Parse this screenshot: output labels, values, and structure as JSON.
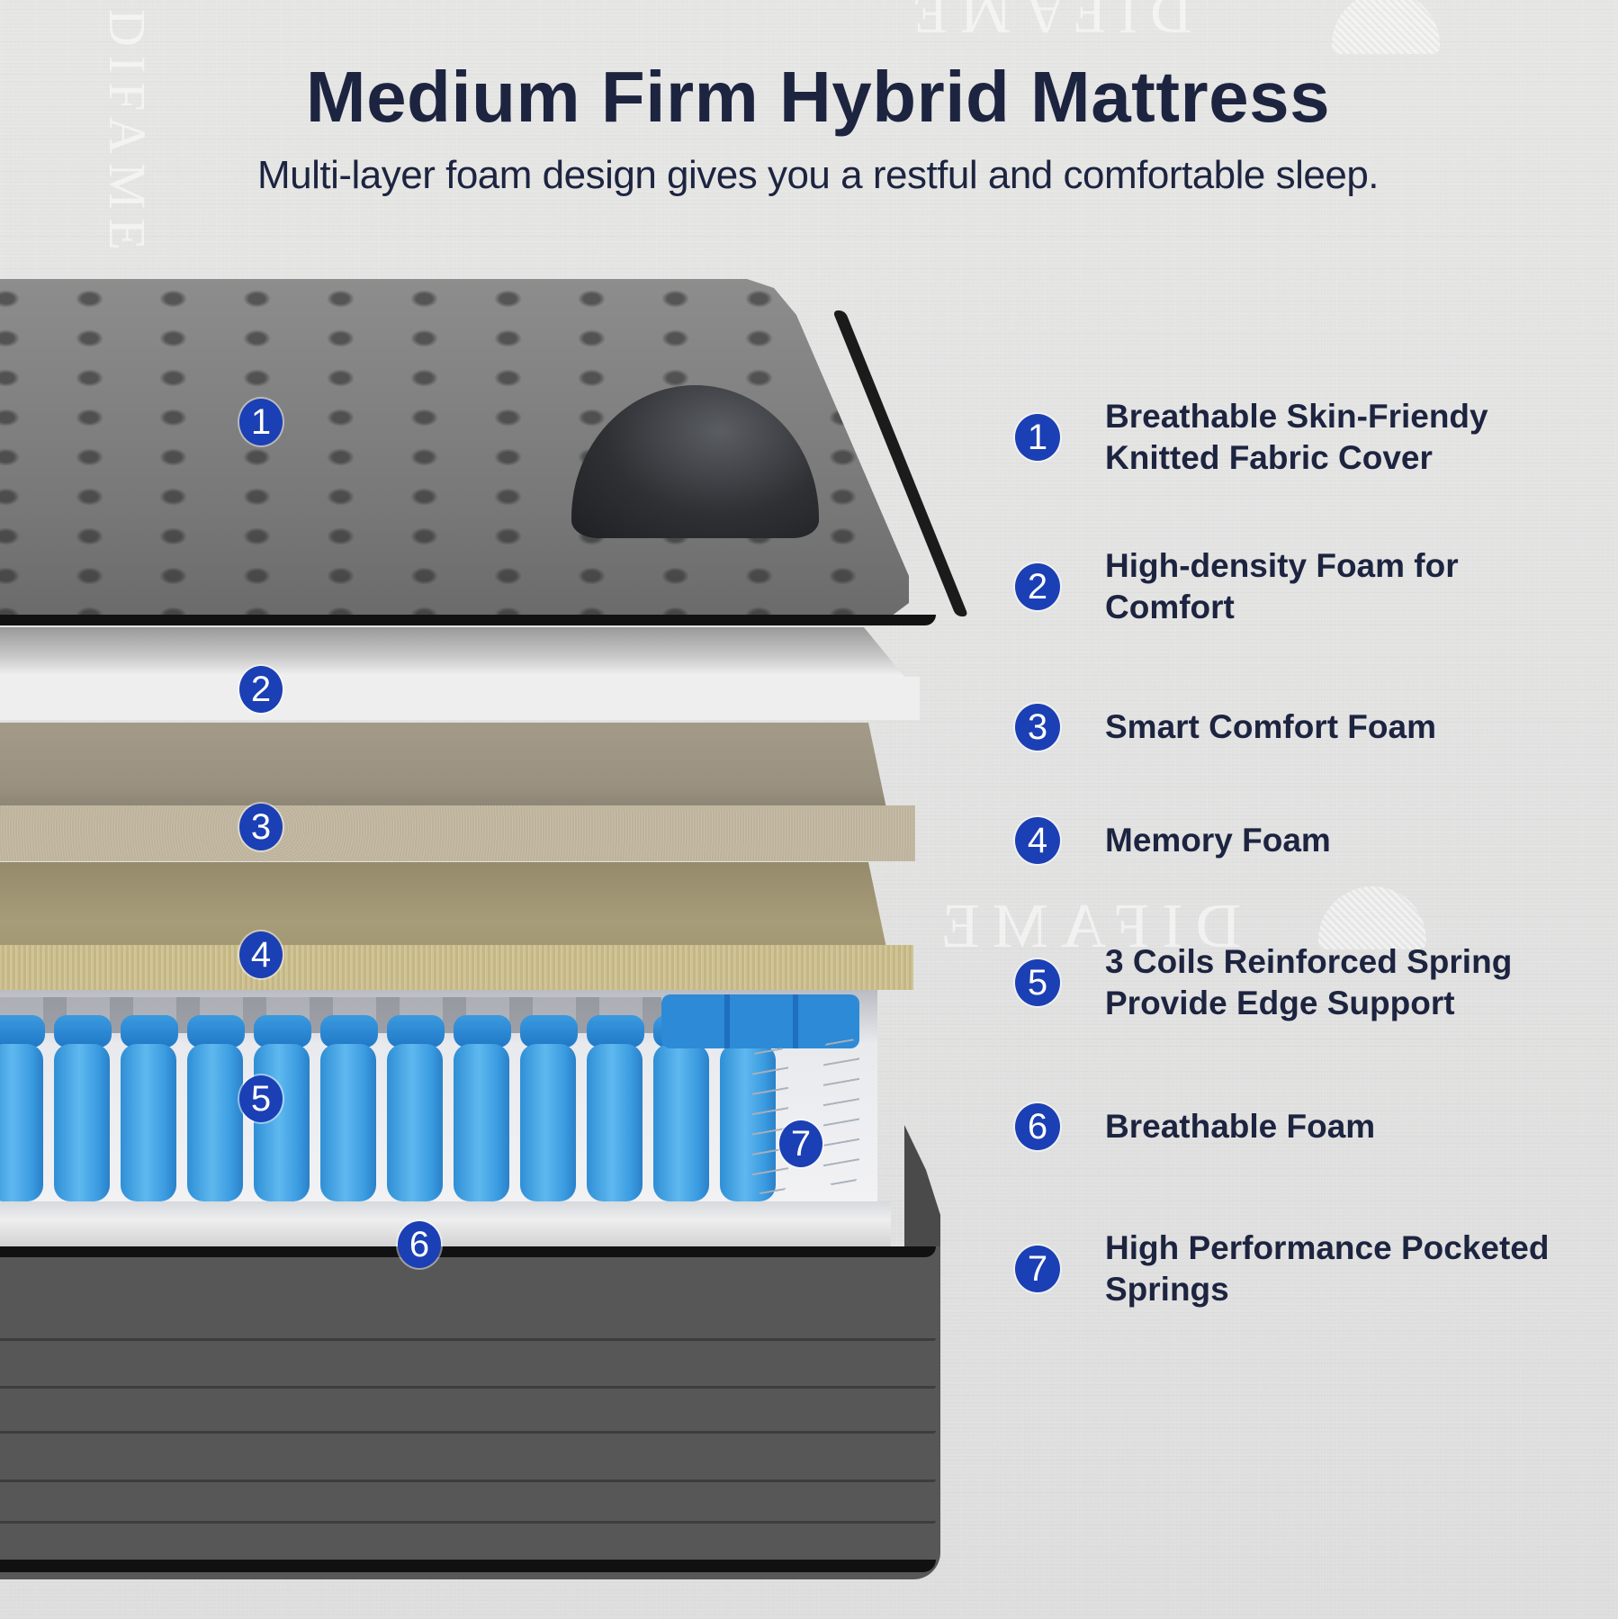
{
  "header": {
    "title": "Medium Firm Hybrid Mattress",
    "subtitle": "Multi-layer foam design gives you a restful and comfortable sleep."
  },
  "watermark": {
    "brand_text": "DIFAME"
  },
  "colors": {
    "badge_blue": "#1b3fb4",
    "title_navy": "#1d2440",
    "background": "#e3e3e2",
    "cover_gray": "#7d7d7d",
    "spring_blue": "#3a9be0",
    "comfort_foam": "#bdb39d",
    "memory_foam": "#cfc295"
  },
  "diagram": {
    "markers": [
      {
        "number": "1",
        "layer": "cover"
      },
      {
        "number": "2",
        "layer": "high-density-foam"
      },
      {
        "number": "3",
        "layer": "smart-comfort-foam"
      },
      {
        "number": "4",
        "layer": "memory-foam"
      },
      {
        "number": "5",
        "layer": "reinforced-spring"
      },
      {
        "number": "6",
        "layer": "breathable-foam"
      },
      {
        "number": "7",
        "layer": "pocketed-springs"
      }
    ]
  },
  "features": [
    {
      "number": "1",
      "label_line1": "Breathable Skin-Friendy",
      "label_line2": "Knitted Fabric Cover"
    },
    {
      "number": "2",
      "label_line1": "High-density Foam for",
      "label_line2": "Comfort"
    },
    {
      "number": "3",
      "label_line1": "Smart Comfort Foam",
      "label_line2": ""
    },
    {
      "number": "4",
      "label_line1": "Memory Foam",
      "label_line2": ""
    },
    {
      "number": "5",
      "label_line1": "3 Coils Reinforced Spring",
      "label_line2": "Provide Edge Support"
    },
    {
      "number": "6",
      "label_line1": "Breathable Foam",
      "label_line2": ""
    },
    {
      "number": "7",
      "label_line1": "High Performance Pocketed",
      "label_line2": "Springs"
    }
  ]
}
